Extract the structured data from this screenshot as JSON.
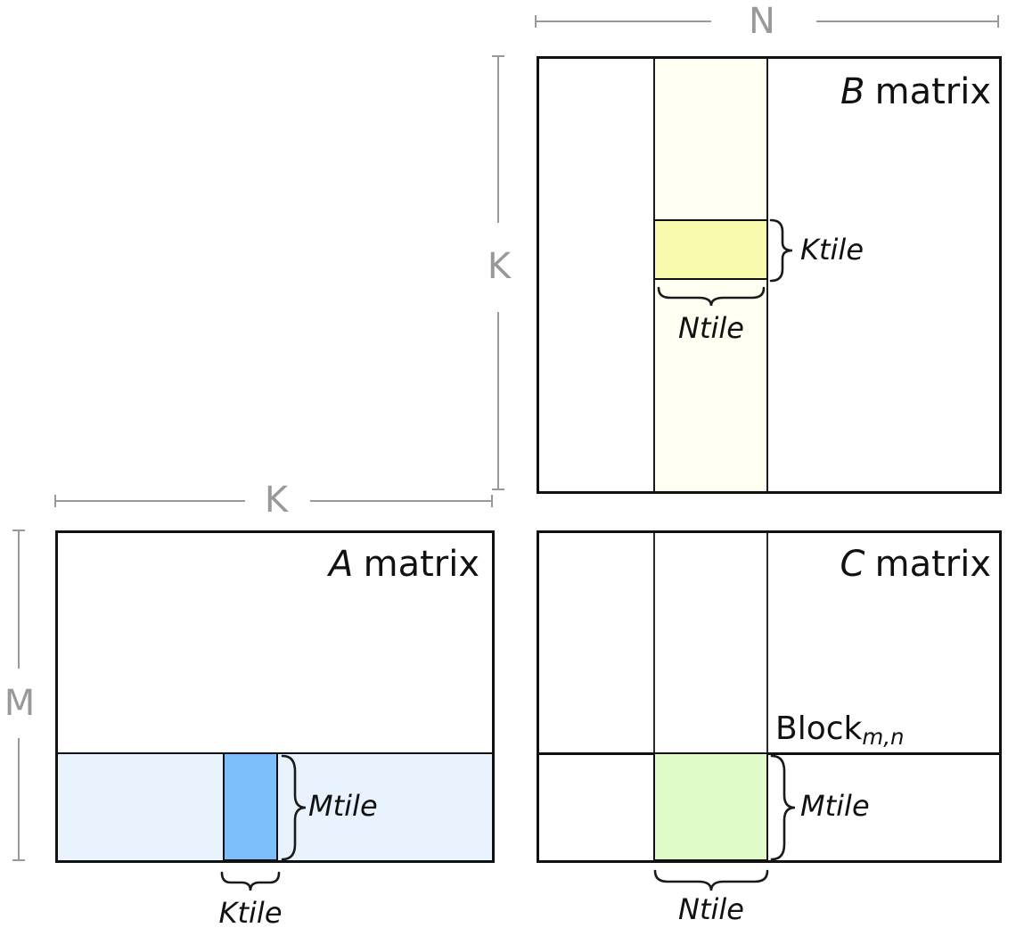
{
  "figure": {
    "matrix_b": {
      "title_letter": "B",
      "title_word": "matrix",
      "ktile_label": "Ktile",
      "ntile_label": "Ntile"
    },
    "matrix_a": {
      "title_letter": "A",
      "title_word": "matrix",
      "mtile_label": "Mtile",
      "ktile_label": "Ktile"
    },
    "matrix_c": {
      "title_letter": "C",
      "title_word": "matrix",
      "block_label": "Block",
      "block_subscript": "m,n",
      "mtile_label": "Mtile",
      "ntile_label": "Ntile"
    },
    "dimensions": {
      "n": "N",
      "k_beside_b": "K",
      "k_above_a": "K",
      "m": "M"
    }
  },
  "colors": {
    "b_column_strip": "#fffff2",
    "b_ktile_block": "#fafaad",
    "a_row_strip": "#e8f3fd",
    "a_mtile_block": "#7cbefa",
    "c_result_block": "#e0faca",
    "dimension_gray": "#999999",
    "border_black": "#111111"
  }
}
